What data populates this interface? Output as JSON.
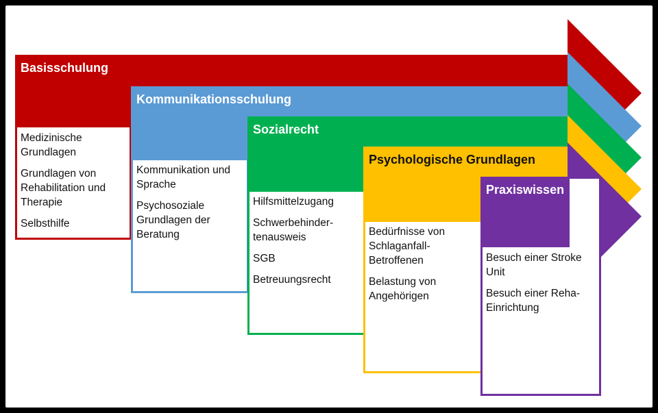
{
  "colors": {
    "basis": "#C00000",
    "kommunikation": "#5B9BD5",
    "sozialrecht": "#00B050",
    "psychologie": "#FFC000",
    "praxis": "#7030A0"
  },
  "modules": [
    {
      "title": "Basisschulung",
      "items": [
        "Medizinische Grundlagen",
        "Grundlagen von Rehabilitation und Therapie",
        "Selbsthilfe"
      ]
    },
    {
      "title": "Kommunikationsschulung",
      "items": [
        "Kommunikation und Sprache",
        "Psychosoziale Grundlagen der Beratung"
      ]
    },
    {
      "title": "Sozialrecht",
      "items": [
        "Hilfsmittelzugang",
        "Schwerbehinder-tenausweis",
        "SGB",
        "Betreuungsrecht"
      ]
    },
    {
      "title": "Psychologische Grundlagen",
      "items": [
        "Bedürfnisse von Schlaganfall-Betroffenen",
        "Belastung von Angehörigen"
      ]
    },
    {
      "title": "Praxiswissen",
      "items": [
        "Besuch einer Stroke Unit",
        "Besuch einer Reha-Einrichtung"
      ]
    }
  ]
}
